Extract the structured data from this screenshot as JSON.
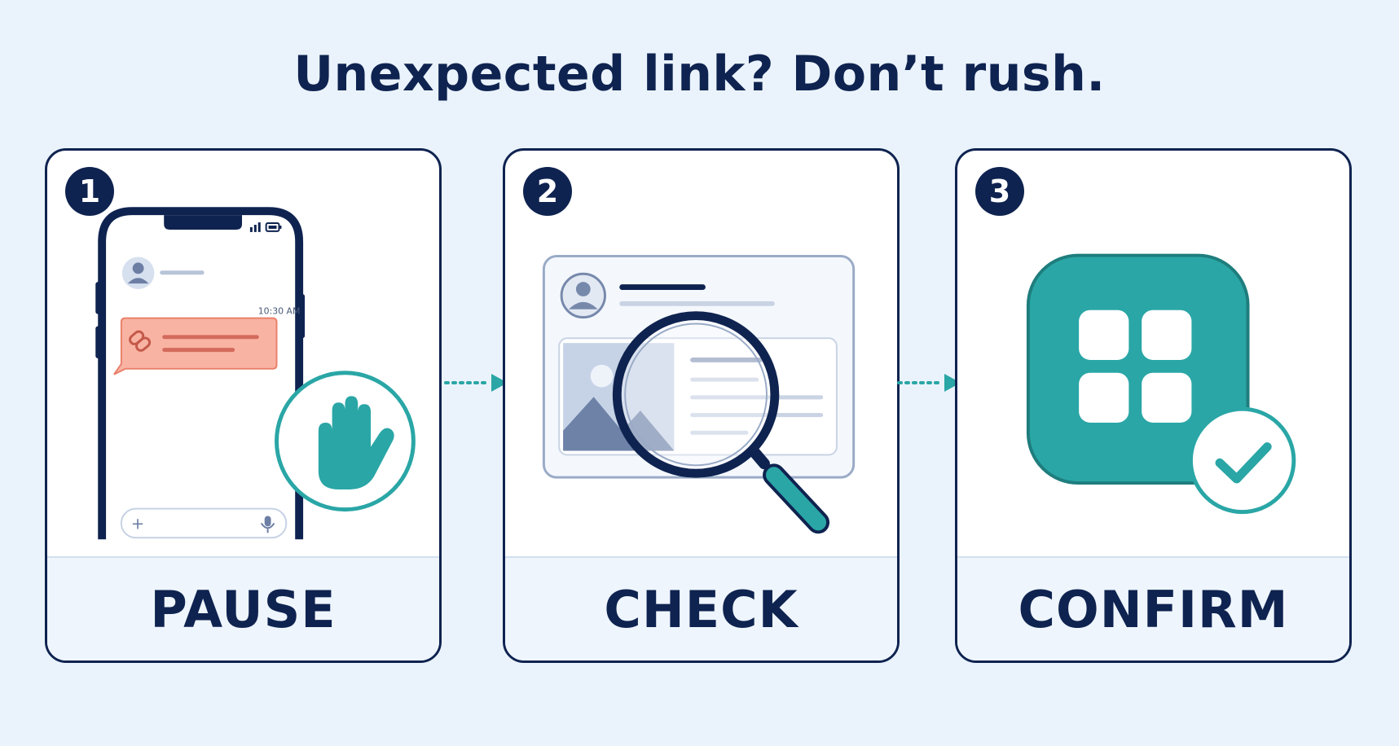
{
  "title": "Unexpected link? Don’t rush.",
  "steps": [
    {
      "number": "1",
      "label": "PAUSE"
    },
    {
      "number": "2",
      "label": "CHECK"
    },
    {
      "number": "3",
      "label": "CONFIRM"
    }
  ],
  "phone": {
    "time": "10:30 AM",
    "input_plus": "+"
  },
  "colors": {
    "navy": "#0f2350",
    "teal": "#2aa6a6",
    "warning_bubble": "#f9b3a3",
    "background": "#eaf3fc"
  },
  "icons": [
    "stop-hand-icon",
    "link-icon",
    "magnifying-glass-icon",
    "app-grid-icon",
    "checkmark-icon"
  ]
}
